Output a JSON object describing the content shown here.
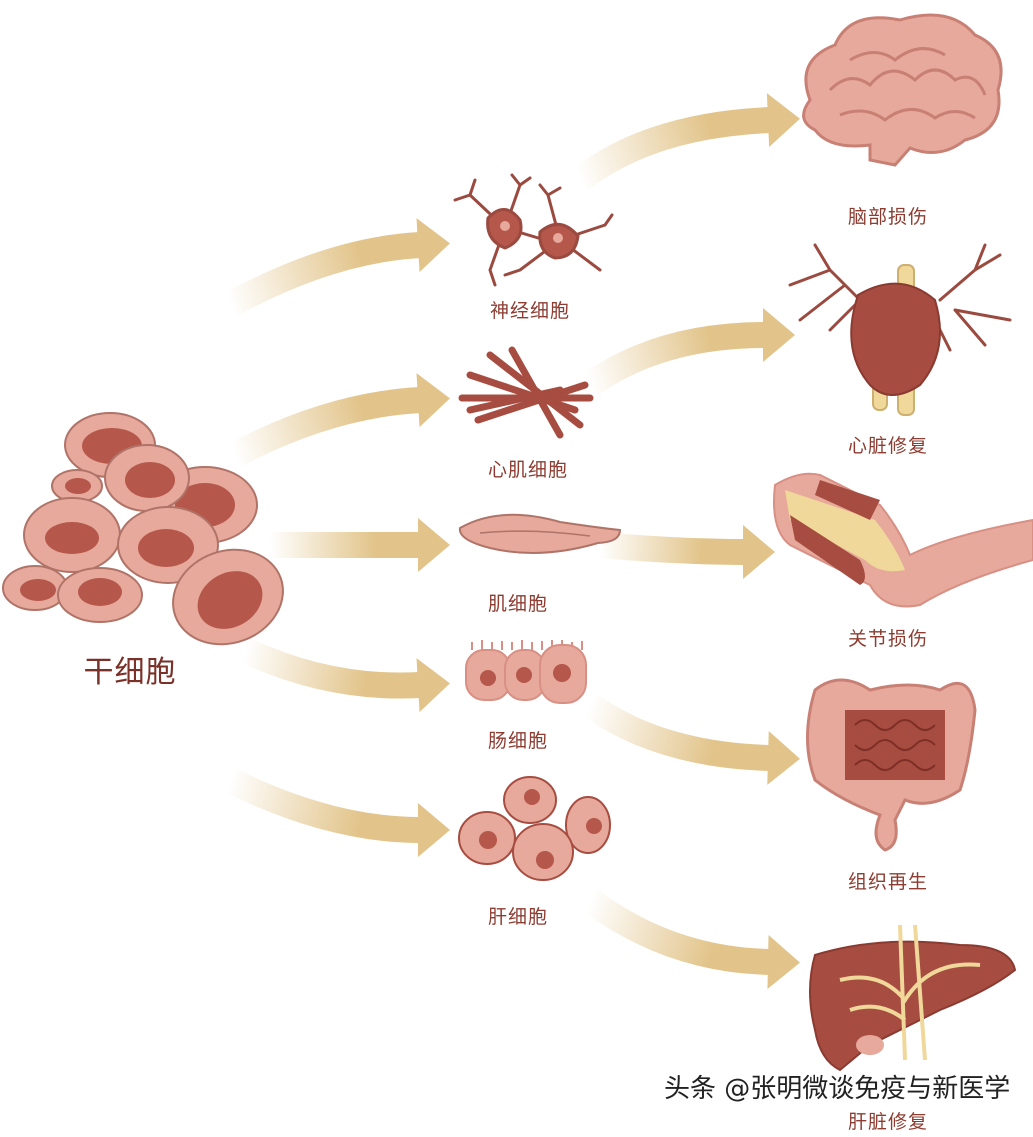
{
  "colors": {
    "arrow": "#e2c48a",
    "cell_fill": "#e6a99b",
    "nucleus": "#b5574a",
    "outline": "#9b4a40",
    "label": "#8d3c31"
  },
  "source": {
    "label": "干细胞"
  },
  "cells": [
    {
      "label": "神经细胞",
      "icon": "neuron-icon"
    },
    {
      "label": "心肌细胞",
      "icon": "cardiac-muscle-icon"
    },
    {
      "label": "肌细胞",
      "icon": "muscle-cell-icon"
    },
    {
      "label": "肠细胞",
      "icon": "intestinal-cell-icon"
    },
    {
      "label": "肝细胞",
      "icon": "liver-cell-icon"
    }
  ],
  "outcomes": [
    {
      "label": "脑部损伤",
      "icon": "brain-icon"
    },
    {
      "label": "心脏修复",
      "icon": "heart-icon"
    },
    {
      "label": "关节损伤",
      "icon": "arm-joint-icon"
    },
    {
      "label": "组织再生",
      "icon": "intestine-icon"
    },
    {
      "label": "肝脏修复",
      "icon": "liver-icon"
    }
  ],
  "watermark": "头条 @张明微谈免疫与新医学"
}
